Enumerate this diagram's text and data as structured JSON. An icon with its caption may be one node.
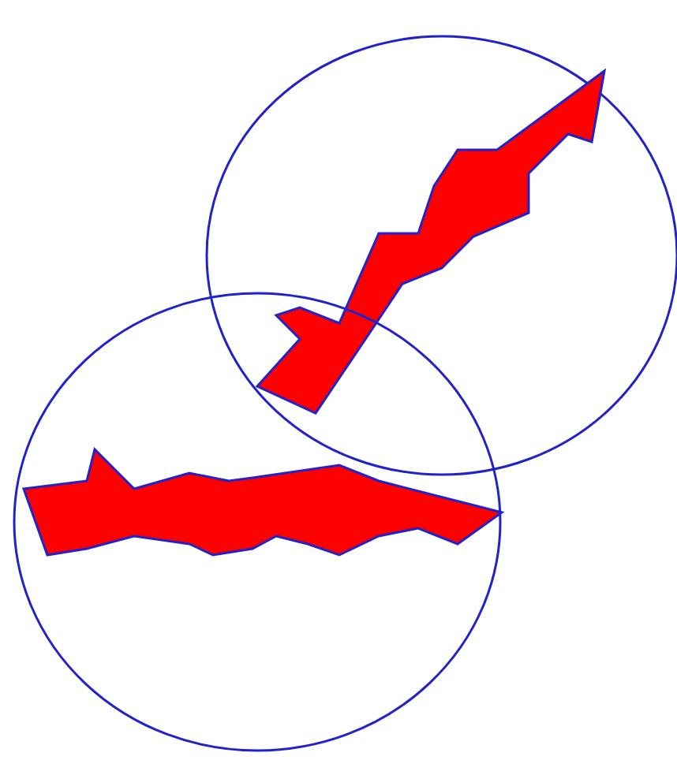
{
  "diagram": {
    "nodes": [
      {
        "text": [],
        "shape": "circle"
      },
      {
        "text": [],
        "shape": "circle"
      },
      {
        "text": [],
        "shape": "picture",
        "in": 0
      },
      {
        "text": [],
        "shape": "picture",
        "in": 1
      }
    ]
  }
}
